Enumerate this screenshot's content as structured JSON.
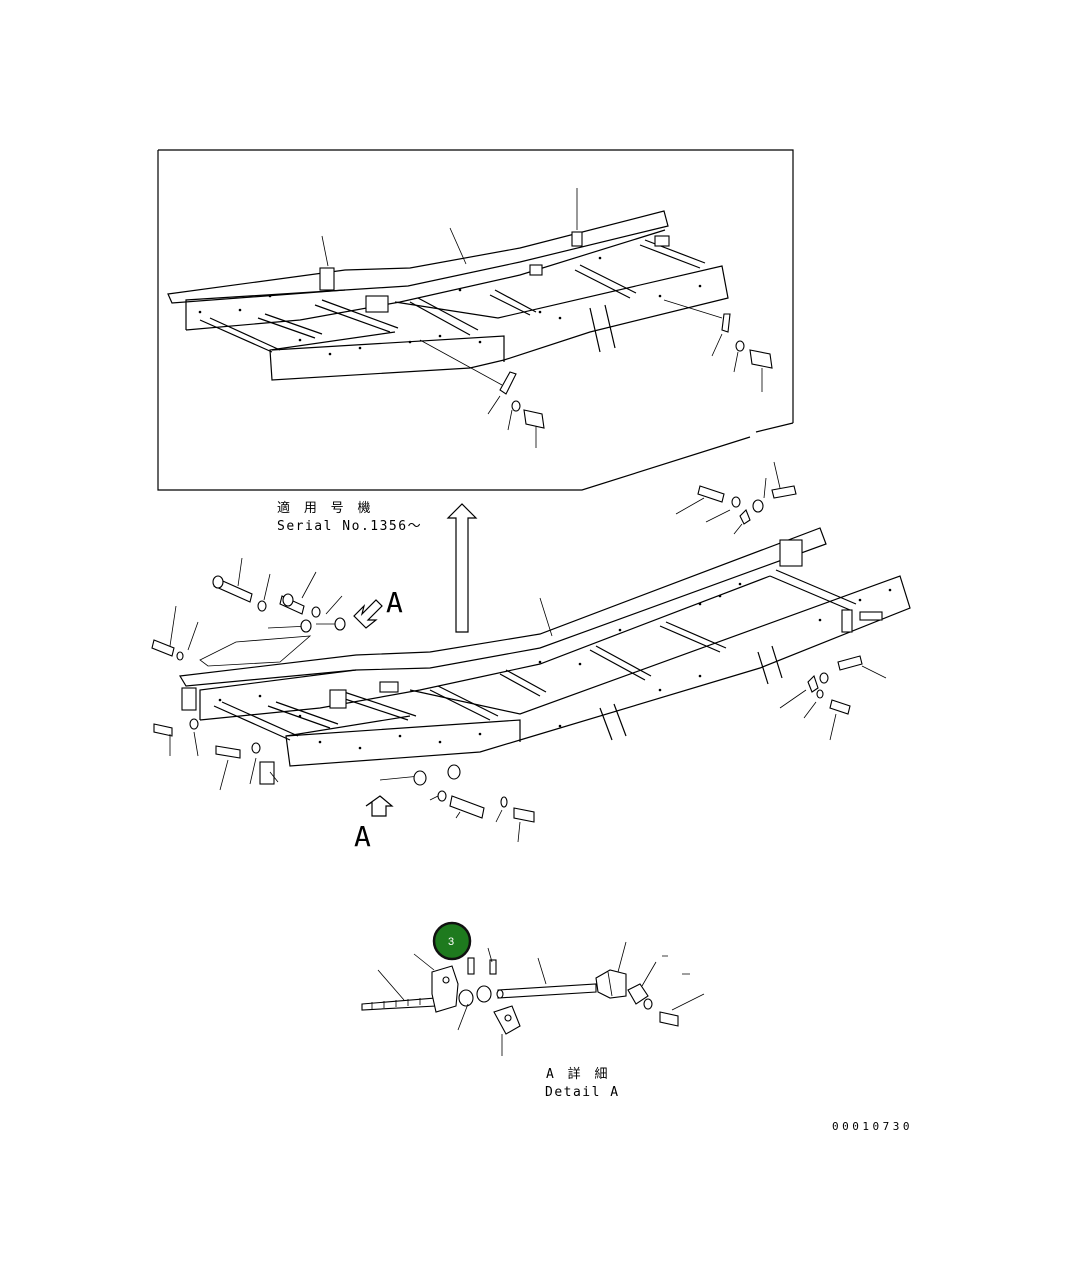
{
  "inset": {
    "applicable_label": "適 用 号 機",
    "serial_label": "Serial No.1356～"
  },
  "view_markers": {
    "upper": "A",
    "lower": "A"
  },
  "detail": {
    "title_jp": "A 詳 細",
    "title_en": "Detail A"
  },
  "callout": {
    "number": "3",
    "color": "#1e7a1e"
  },
  "drawing_number": "00010730"
}
